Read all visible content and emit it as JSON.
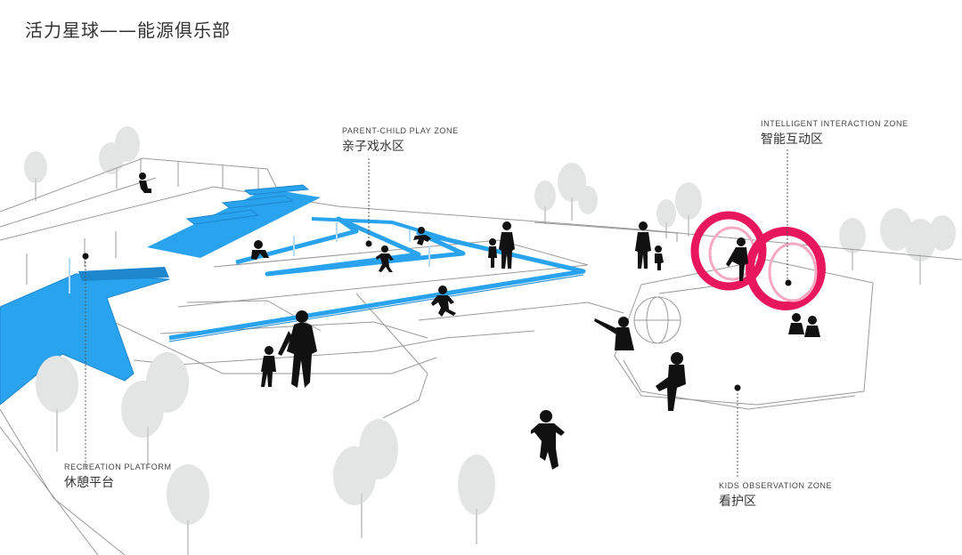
{
  "title": "活力星球——能源俱乐部",
  "zones": {
    "parent_child": {
      "en": "PARENT-CHILD PLAY ZONE",
      "zh": "亲子戏水区"
    },
    "intelligent": {
      "en": "INTELLIGENT INTERACTION ZONE",
      "zh": "智能互动区"
    },
    "recreation": {
      "en": "RECREATION PLATFORM",
      "zh": "休憩平台"
    },
    "kids_observation": {
      "en": "KIDS OBSERVATION ZONE",
      "zh": "看护区"
    }
  },
  "colors": {
    "water": "#2aa3ef",
    "water_dark": "#1d86cc",
    "ring": "#e8175d",
    "tree": "#e3e4e4",
    "line": "#9a9a9a",
    "silhouette": "#111111"
  }
}
